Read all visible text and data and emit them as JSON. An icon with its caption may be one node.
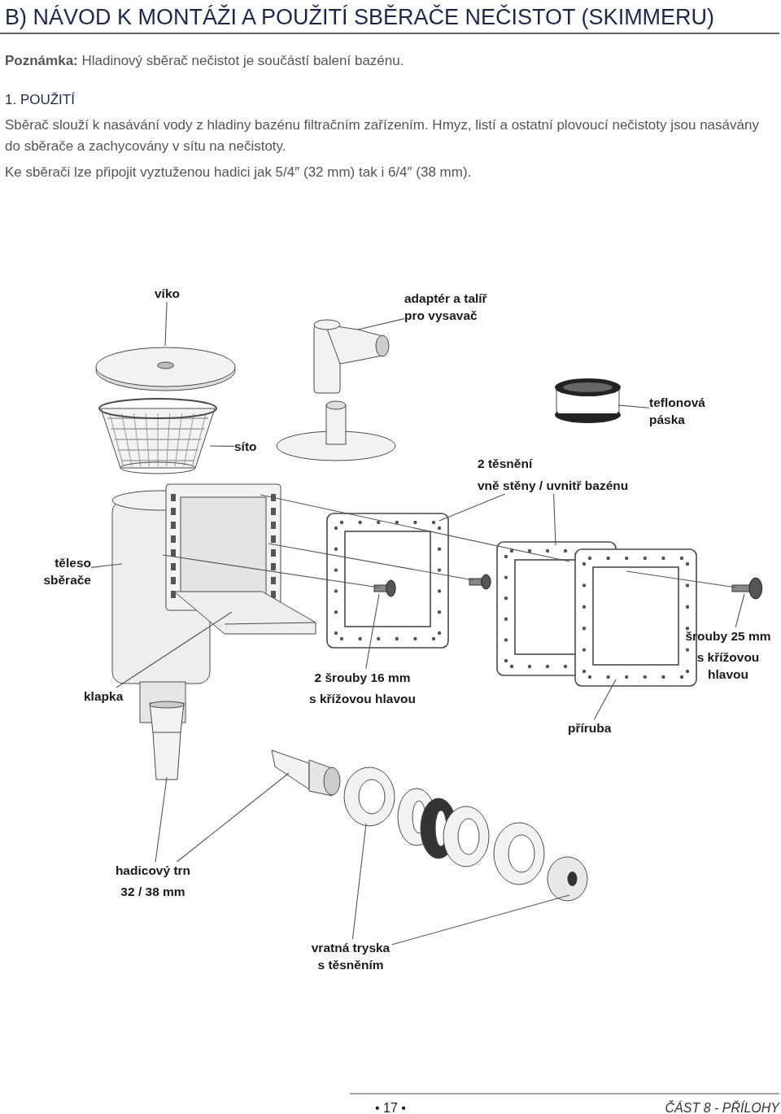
{
  "diagram": {
    "title": "B) NÁVOD K MONTÁŽI A POUŽITÍ SBĚRAČE NEČISTOT (SKIMMERU)",
    "nodes": [
      {
        "text": [
          "víko"
        ]
      },
      {
        "text": [],
        "shape": "picture"
      },
      {
        "text": [
          "adaptér a talíř pro vysavač"
        ]
      },
      {
        "text": [],
        "shape": "picture"
      },
      {
        "text": [],
        "shape": "picture"
      },
      {
        "text": [],
        "shape": "picture"
      },
      {
        "text": [
          "teflonová páska"
        ]
      },
      {
        "text": [],
        "shape": "picture"
      },
      {
        "text": [
          "síto"
        ]
      },
      {
        "text": [
          "2 těsnění",
          "vně stěny / uvnitř bazénu"
        ]
      },
      {
        "text": [],
        "shape": "picture"
      },
      {
        "text": [],
        "shape": "picture"
      },
      {
        "text": [],
        "shape": "picture",
        "in": 11
      },
      {
        "text": [],
        "shape": "picture"
      },
      {
        "text": [],
        "shape": "picture"
      },
      {
        "text": [],
        "shape": "picture"
      },
      {
        "text": [],
        "shape": "picture"
      },
      {
        "text": [
          "těleso sběrače"
        ]
      },
      {
        "text": [],
        "shape": "picture"
      },
      {
        "text": [
          "klapka"
        ]
      },
      {
        "text": [
          "2 šrouby 16 mm",
          "s křížovou hlavou"
        ]
      },
      {
        "text": [
          "šrouby 25 mm",
          "s křížovou hlavou"
        ]
      },
      {
        "text": [
          "příruba"
        ]
      },
      {
        "text": [],
        "shape": "picture"
      },
      {
        "text": [],
        "shape": "picture"
      },
      {
        "text": [],
        "shape": "picture"
      },
      {
        "text": [],
        "shape": "picture"
      },
      {
        "text": [
          "hadicový trn",
          "32 / 38 mm"
        ]
      },
      {
        "text": [
          "vratná tryska s těsněním"
        ]
      }
    ],
    "edges": [
      {
        "from": 0,
        "to": 1,
        "arrow": "none"
      },
      {
        "from": 2,
        "to": 3,
        "arrow": "none"
      },
      {
        "from": 6,
        "to": 5,
        "arrow": "none"
      },
      {
        "from": 8,
        "to": 7,
        "arrow": "none"
      },
      {
        "from": 9,
        "to": 11,
        "arrow": "none"
      },
      {
        "from": 9,
        "to": 14,
        "arrow": "none"
      },
      {
        "from": 17,
        "to": 10,
        "arrow": "none"
      },
      {
        "from": 19,
        "to": 18,
        "arrow": "none"
      },
      {
        "from": 20,
        "to": 12,
        "arrow": "none"
      },
      {
        "from": 21,
        "to": 16,
        "arrow": "none"
      },
      {
        "from": 22,
        "to": 15,
        "arrow": "none"
      },
      {
        "from": 27,
        "to": 23,
        "arrow": "none"
      },
      {
        "from": 27,
        "to": 24,
        "arrow": "none"
      },
      {
        "from": 28,
        "to": 25,
        "arrow": "none"
      },
      {
        "from": 28,
        "to": 26,
        "arrow": "none"
      },
      {
        "from": 10,
        "to": 12,
        "arrow": "none"
      },
      {
        "from": 10,
        "to": 13,
        "arrow": "none"
      },
      {
        "from": 10,
        "to": 14,
        "arrow": "none"
      },
      {
        "from": 15,
        "to": 16,
        "arrow": "none"
      }
    ],
    "labels": [
      "**Poznámka:** Hladinový sběrač nečistot je součástí balení bazénu.",
      "1. POUŽITÍ",
      "Sběrač slouží k nasávání vody z hladiny bazénu filtračním zařízením. Hmyz, listí a ostatní plovoucí nečistoty jsou nasávány do sběrače a zachycovány v sítu na nečistoty.",
      "Ke sběrači lze připojit vyztuženou hadici jak 5/4″ (32 mm) tak i 6/4″ (38 mm).",
      "• 17 •",
      "ČÁST 8 - PŘÍLOHY"
    ]
  }
}
